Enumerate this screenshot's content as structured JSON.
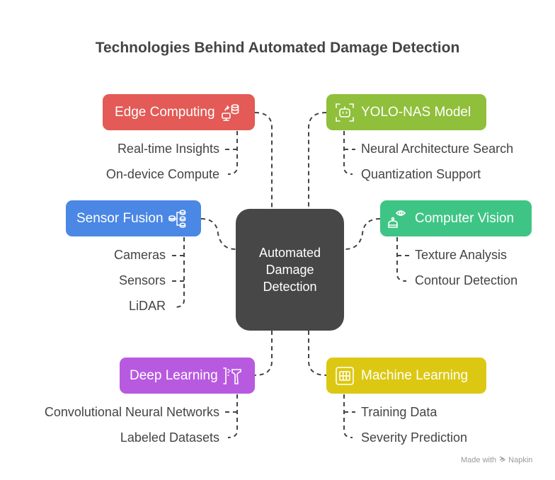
{
  "title": "Technologies Behind Automated Damage Detection",
  "center": {
    "label": "Automated Damage Detection"
  },
  "colors": {
    "edge_computing": "#e35a56",
    "yolo_nas": "#8fbf3b",
    "sensor_fusion": "#4b87e4",
    "computer_vision": "#3ec585",
    "deep_learning": "#b85ae0",
    "machine_learning": "#dcc813",
    "center": "#474747"
  },
  "branches": {
    "edge_computing": {
      "label": "Edge Computing",
      "icon": "edge-device-database-icon",
      "items": [
        "Real-time Insights",
        "On-device Compute"
      ]
    },
    "yolo_nas": {
      "label": "YOLO-NAS Model",
      "icon": "robot-scan-icon",
      "items": [
        "Neural Architecture Search",
        "Quantization Support"
      ]
    },
    "sensor_fusion": {
      "label": "Sensor Fusion",
      "icon": "database-hierarchy-icon",
      "items": [
        "Cameras",
        "Sensors",
        "LiDAR"
      ]
    },
    "computer_vision": {
      "label": "Computer Vision",
      "icon": "robot-eye-icon",
      "items": [
        "Texture Analysis",
        "Contour Detection"
      ]
    },
    "deep_learning": {
      "label": "Deep Learning",
      "icon": "hammer-sparks-icon",
      "items": [
        "Convolutional Neural Networks",
        "Labeled Datasets"
      ]
    },
    "machine_learning": {
      "label": "Machine Learning",
      "icon": "grid-table-icon",
      "items": [
        "Training Data",
        "Severity Prediction"
      ]
    }
  },
  "footer": {
    "made_with": "Made with",
    "brand": "Napkin"
  }
}
